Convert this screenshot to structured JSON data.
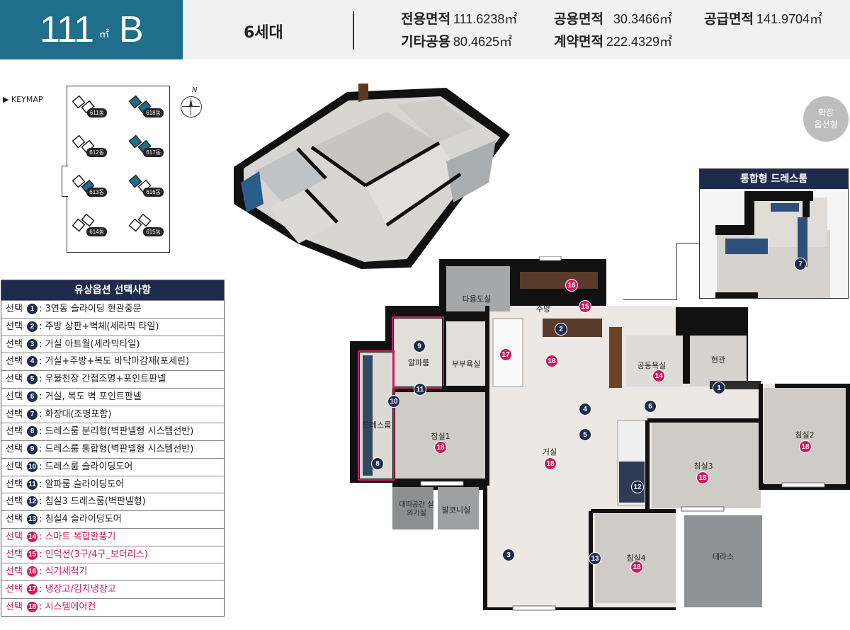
{
  "header": {
    "type_number": "111",
    "type_unit": "㎡",
    "type_letter": "B",
    "households": "6세대",
    "areas": [
      {
        "label": "전용면적",
        "value": "111.6238㎡"
      },
      {
        "label": "공용면적",
        "value": "30.3466㎡"
      },
      {
        "label": "공급면적",
        "value": "141.9704㎡"
      },
      {
        "label": "기타공용",
        "value": "80.4625㎡"
      },
      {
        "label": "계약면적",
        "value": "222.4329㎡"
      }
    ]
  },
  "keymap": {
    "label": "▶ KEYMAP",
    "north": "N",
    "blocks": [
      "611동",
      "618동",
      "612동",
      "617동",
      "613동",
      "616동",
      "614동",
      "615동"
    ]
  },
  "expand_badge": {
    "line1": "확장",
    "line2": "옵션형"
  },
  "options": {
    "title": "유상옵션 선택사항",
    "prefix": "선택",
    "items": [
      {
        "num": "1",
        "text": ": 3연동 슬라이딩 현관중문",
        "highlight": false
      },
      {
        "num": "2",
        "text": ": 주방 상판+벽체(세라믹 타일)",
        "highlight": false
      },
      {
        "num": "3",
        "text": ": 거실 아트월(세라믹타일)",
        "highlight": false
      },
      {
        "num": "4",
        "text": ": 거실+주방+복도 바닥마감재(포세린)",
        "highlight": false
      },
      {
        "num": "5",
        "text": ": 우물천장 간접조명+포인트판넬",
        "highlight": false
      },
      {
        "num": "6",
        "text": ": 거실, 복도 벽 포인트판넬",
        "highlight": false
      },
      {
        "num": "7",
        "text": ": 화장대(조명포함)",
        "highlight": false
      },
      {
        "num": "8",
        "text": ": 드레스룸 분리형(벽판넬형 시스템선반)",
        "highlight": false
      },
      {
        "num": "9",
        "text": ": 드레스룸 통합형(벽판넬형 시스템선반)",
        "highlight": false
      },
      {
        "num": "10",
        "text": ": 드레스룸 슬라이딩도어",
        "highlight": false
      },
      {
        "num": "11",
        "text": ": 알파룸 슬라이딩도어",
        "highlight": false
      },
      {
        "num": "12",
        "text": ": 침실3 드레스룸(벽판넬형)",
        "highlight": false
      },
      {
        "num": "13",
        "text": ": 침실4 슬라이딩도어",
        "highlight": false
      },
      {
        "num": "14",
        "text": ": 스마트 복합환풍기",
        "highlight": true
      },
      {
        "num": "15",
        "text": ": 인덕션(3구/4구_보더리스)",
        "highlight": true
      },
      {
        "num": "16",
        "text": ": 식기세척기",
        "highlight": true
      },
      {
        "num": "17",
        "text": ": 냉장고/김치냉장고",
        "highlight": true
      },
      {
        "num": "18",
        "text": ": 시스템에어컨",
        "highlight": true
      }
    ]
  },
  "inset": {
    "title": "통합형 드레스룸",
    "marker": "7"
  },
  "rooms": {
    "utility": "다용도실",
    "kitchen": "주방",
    "alpha": "알파룸",
    "master_bath": "부부욕실",
    "common_bath": "공동욕실",
    "entrance": "현관",
    "dressroom": "드레스룸",
    "bed1": "침실1",
    "living": "거실",
    "bed2": "침실2",
    "bed3": "침실3",
    "bed4": "침실4",
    "evac": "대피공간 실외기실",
    "balcony": "발코니실",
    "terrace": "테라스"
  },
  "markers": [
    {
      "n": "16",
      "c": "pink"
    },
    {
      "n": "15",
      "c": "pink"
    },
    {
      "n": "2",
      "c": "navy"
    },
    {
      "n": "9",
      "c": "navy"
    },
    {
      "n": "17",
      "c": "pink"
    },
    {
      "n": "18",
      "c": "pink"
    },
    {
      "n": "14",
      "c": "pink"
    },
    {
      "n": "1",
      "c": "navy"
    },
    {
      "n": "11",
      "c": "navy"
    },
    {
      "n": "10",
      "c": "navy"
    },
    {
      "n": "4",
      "c": "navy"
    },
    {
      "n": "6",
      "c": "navy"
    },
    {
      "n": "5",
      "c": "navy"
    },
    {
      "n": "18",
      "c": "pink"
    },
    {
      "n": "18",
      "c": "pink"
    },
    {
      "n": "18",
      "c": "pink"
    },
    {
      "n": "8",
      "c": "navy"
    },
    {
      "n": "18",
      "c": "pink"
    },
    {
      "n": "12",
      "c": "navy"
    },
    {
      "n": "3",
      "c": "navy"
    },
    {
      "n": "13",
      "c": "navy"
    },
    {
      "n": "18",
      "c": "pink"
    }
  ]
}
